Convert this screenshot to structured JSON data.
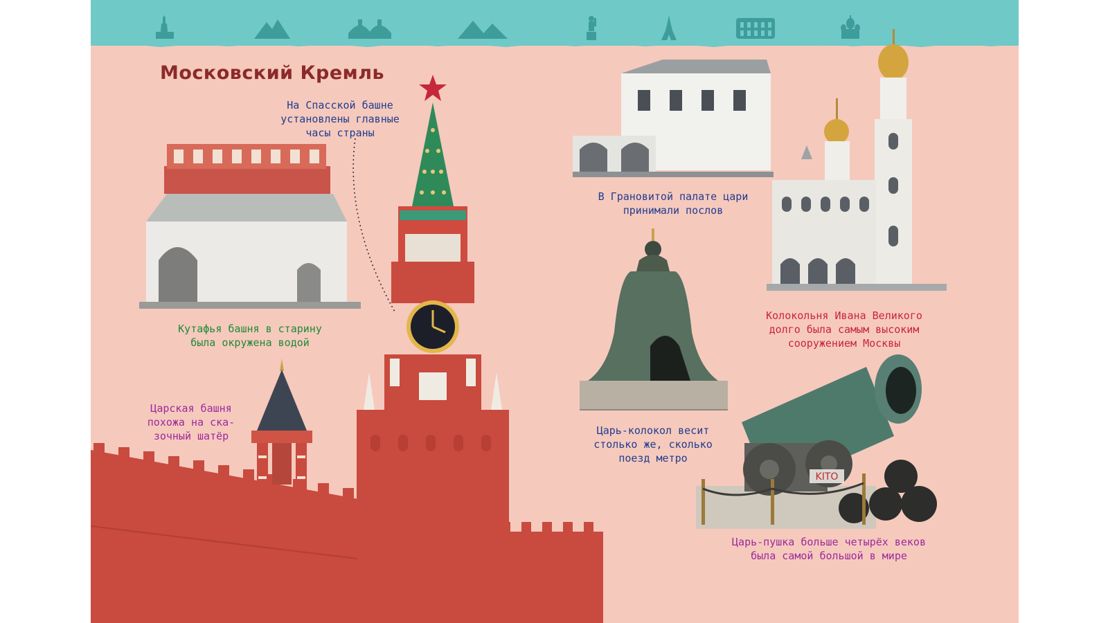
{
  "page": {
    "title": "Московский Кремль",
    "watermark": "KITO",
    "band_icons": [
      "kremlin-icon",
      "mountain-icon",
      "bridge-icon",
      "pyramid-icon",
      "statue-icon",
      "eiffel-tower-icon",
      "colosseum-icon",
      "cathedral-icon"
    ]
  },
  "captions": {
    "spasskaya": [
      "На Спасской башне",
      "установлены главные",
      "часы страны"
    ],
    "kutafya": [
      "Кутафья башня в старину",
      "была окружена водой"
    ],
    "tsarskaya": [
      "Царская башня",
      "похожа на ска-",
      "зочный шатёр"
    ],
    "granovitaya": [
      "В Грановитой палате цари",
      "принимали послов"
    ],
    "ivan": [
      "Колокольня Ивана Великого",
      "долго была самым высоким",
      "сооружением Москвы"
    ],
    "bell": [
      "Царь-колокол весит",
      "столько же, сколько",
      "поезд метро"
    ],
    "cannon": [
      "Царь-пушка больше четырёх веков",
      "была самой большой в мире"
    ]
  },
  "colors": {
    "background": "#f6c9bd",
    "band": "#6fc9c6",
    "title": "#8b2a2a",
    "caption_blue": "#1f3d8f",
    "caption_green": "#1f8a35",
    "caption_purple": "#9c2a9b",
    "caption_red": "#c8253a",
    "wall": "#c94a3e"
  }
}
